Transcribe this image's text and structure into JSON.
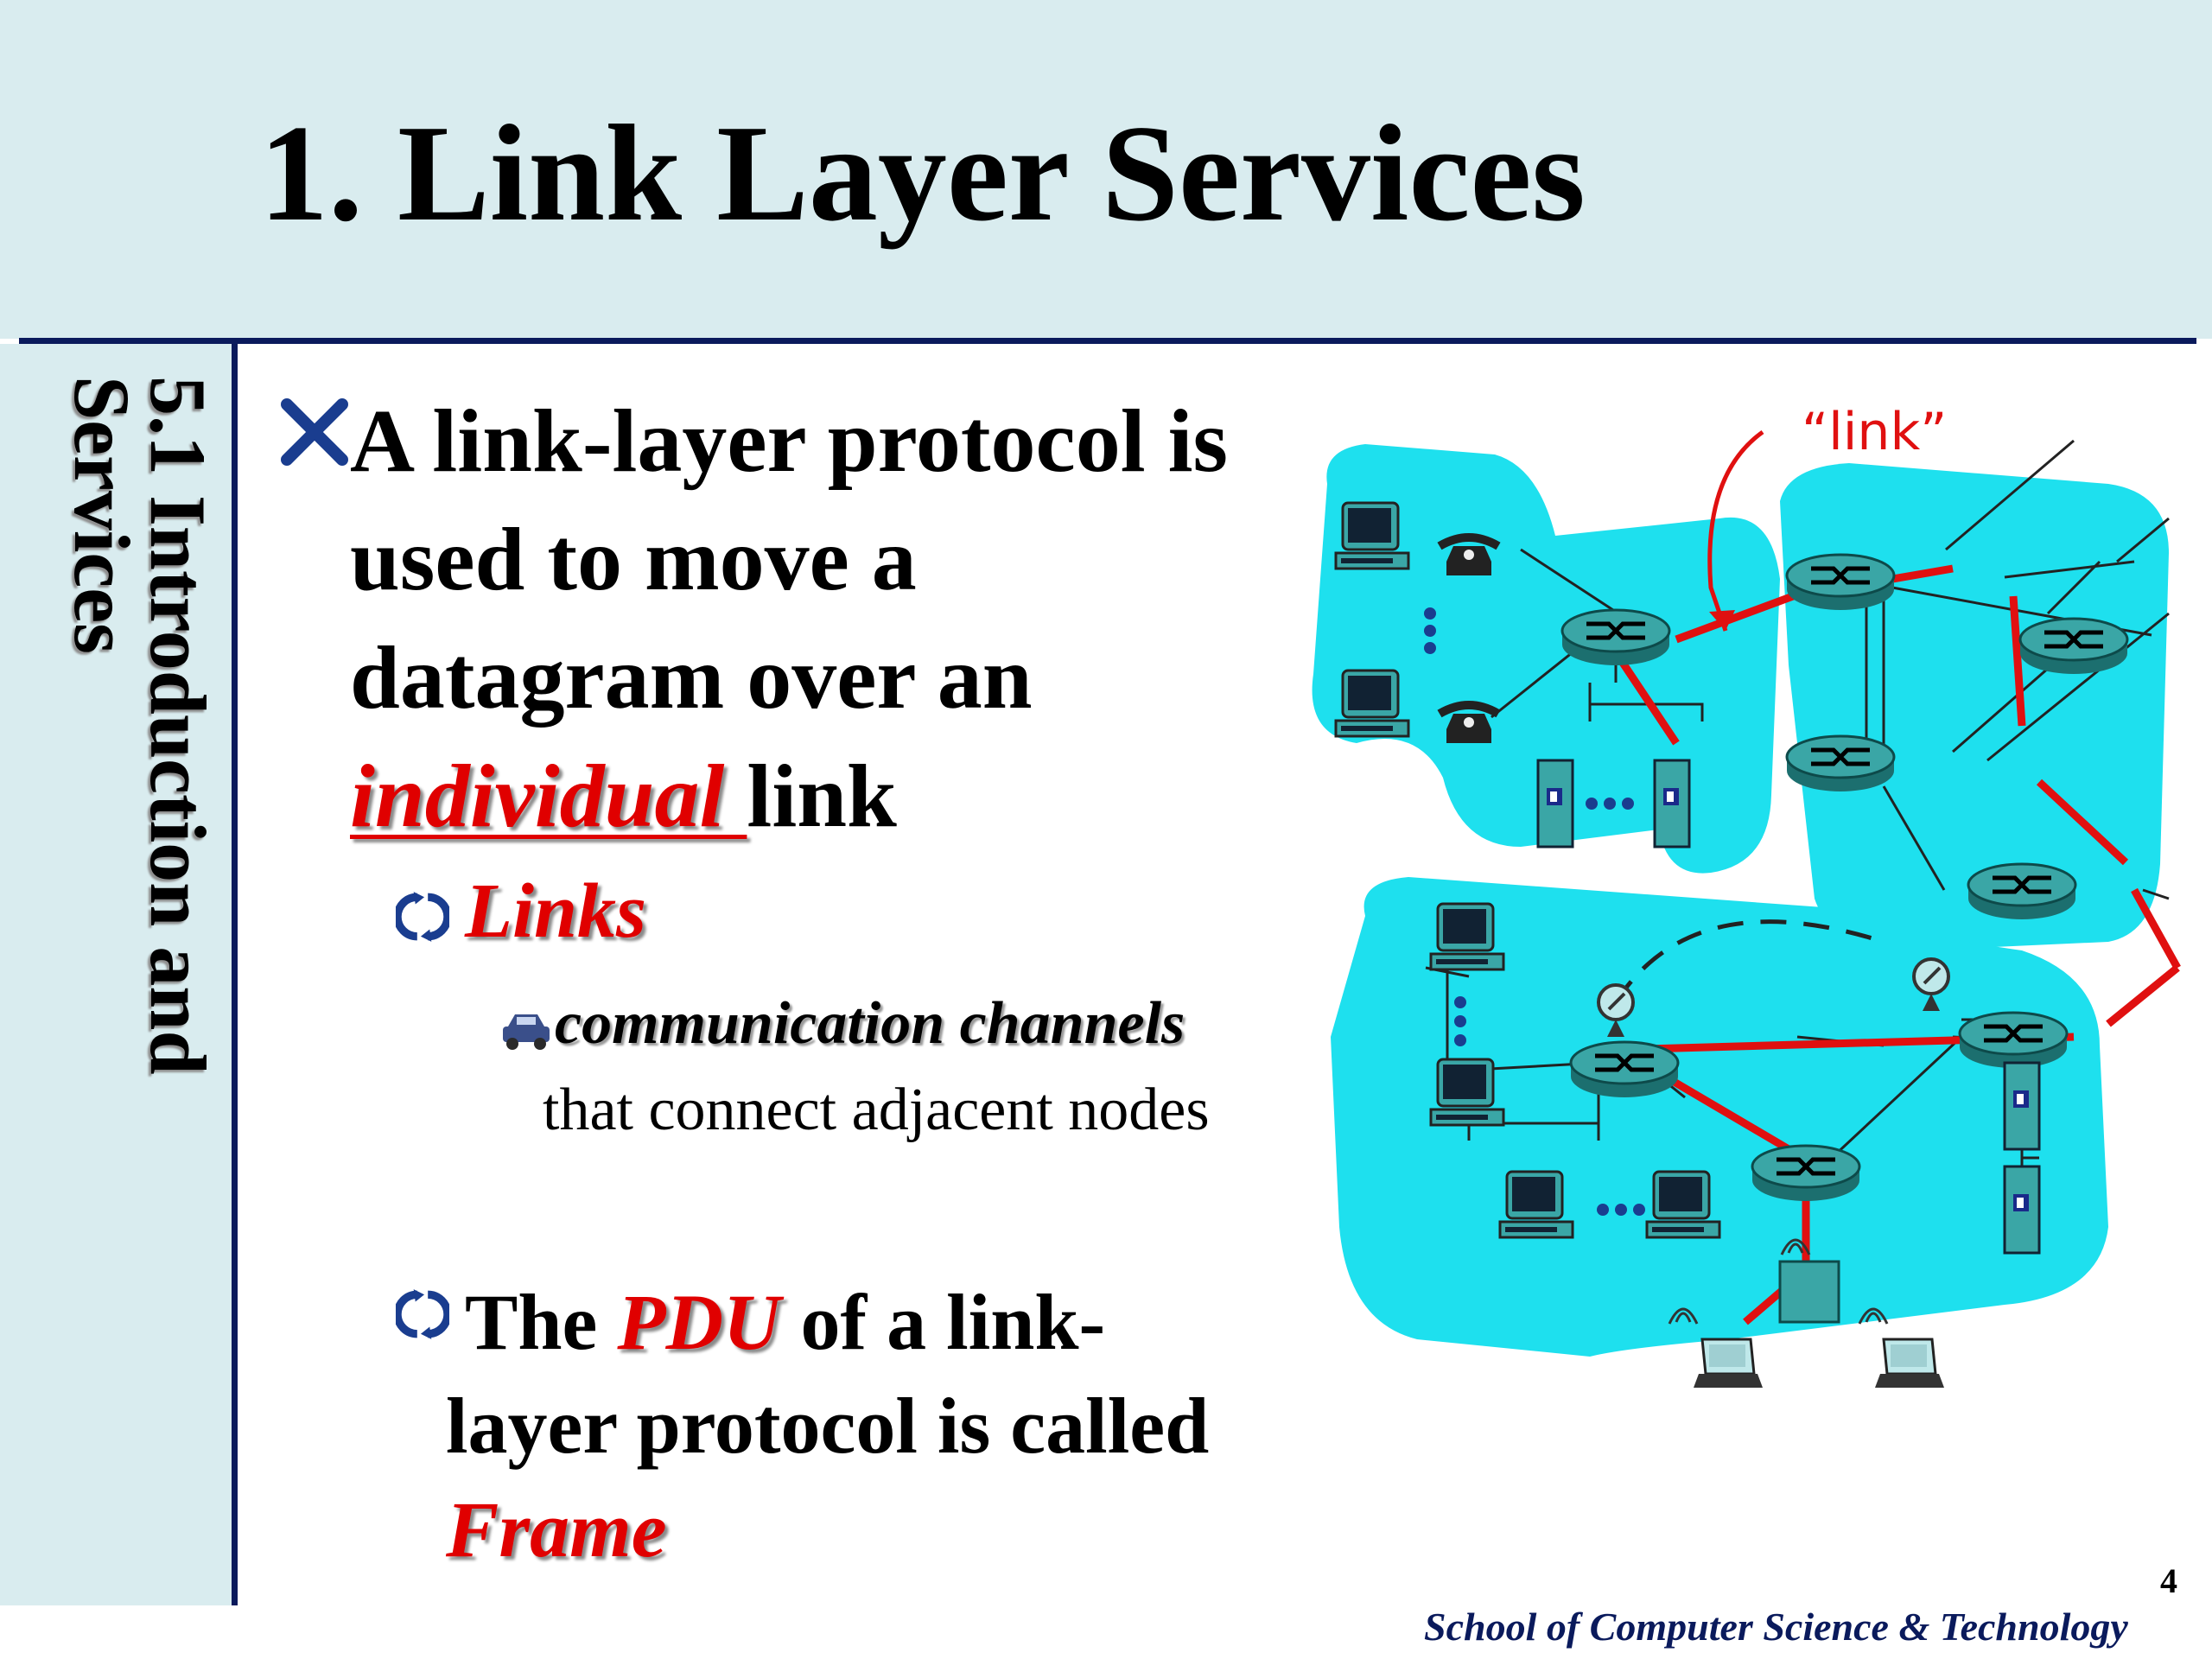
{
  "slide": {
    "title": "1. Link Layer Services",
    "section_label_line1": "5.1 Introduction and",
    "section_label_line2": "Services",
    "bullet1": {
      "line1": "A link-layer protocol is",
      "line2": "used to move a",
      "line3": "datagram over an",
      "emphasis": "individual ",
      "line4_suffix": "link"
    },
    "sub_links": "Links",
    "comm_channels": "communication channels",
    "comm_channels_rest": "that connect adjacent nodes",
    "pdu": {
      "prefix": "The ",
      "term": "PDU",
      "suffix": " of a link-",
      "line2": "layer protocol is called",
      "line3": "Frame"
    },
    "page_number": "4",
    "footer": "School of Computer Science & Technology"
  },
  "diagram": {
    "link_label": "“link”"
  },
  "colors": {
    "header_bg": "#d9ecef",
    "rule": "#0a1a5c",
    "accent_red": "#e00000",
    "cloud": "#1ee0ee",
    "router": "#2a8f8f",
    "link_red": "#e01010"
  }
}
